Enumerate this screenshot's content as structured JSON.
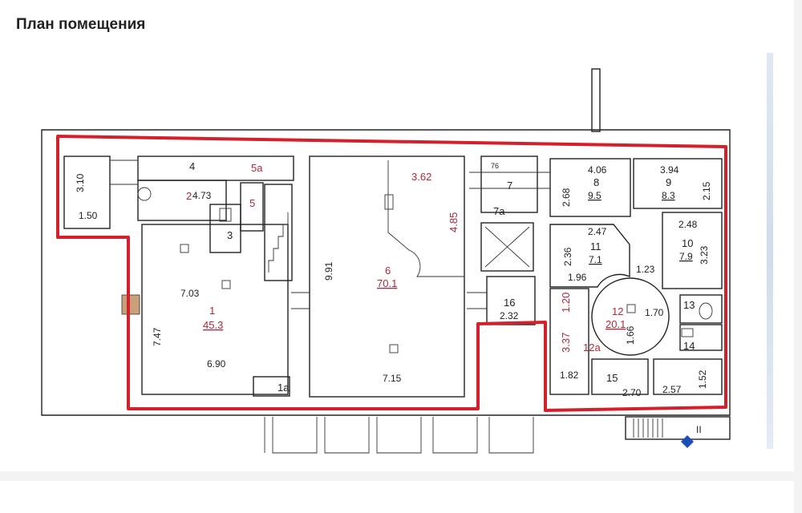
{
  "page": {
    "title": "План помещения"
  },
  "floorplan": {
    "colors": {
      "boundary": "#d4202a",
      "walls": "#222222",
      "room_label": "#b0283a",
      "stair_marker": "#1a4fb5"
    },
    "labels": {
      "l_310": "3.10",
      "l_150": "1.50",
      "l_4": "4",
      "l_5a": "5а",
      "l_2": "2",
      "l_473": "4.73",
      "l_5": "5",
      "l_3": "3",
      "l_703": "7.03",
      "l_1": "1",
      "l_453": "45.3",
      "l_747": "7.47",
      "l_690": "6.90",
      "l_1a": "1а",
      "l_991": "9.91",
      "l_362": "3.62",
      "l_485": "4.85",
      "l_6": "6",
      "l_701": "70.1",
      "l_715": "7.15",
      "l_76": "76",
      "l_7": "7",
      "l_7a": "7а",
      "l_16": "16",
      "l_232": "2.32",
      "l_406": "4.06",
      "l_8": "8",
      "l_95": "9.5",
      "l_268": "2.68",
      "l_394": "3.94",
      "l_9": "9",
      "l_83": "8.3",
      "l_215": "2.15",
      "l_247": "2.47",
      "l_236": "2.36",
      "l_11": "11",
      "l_71": "7.1",
      "l_196": "1.96",
      "l_123": "1.23",
      "l_248": "2.48",
      "l_10": "10",
      "l_79": "7.9",
      "l_323": "3.23",
      "l_120": "1.20",
      "l_12": "12",
      "l_201": "20.1",
      "l_170": "1.70",
      "l_166": "1.66",
      "l_337": "3.37",
      "l_12a": "12а",
      "l_13": "13",
      "l_14": "14",
      "l_182": "1.82",
      "l_15": "15",
      "l_270": "2.70",
      "l_257": "2.57",
      "l_152": "1.52",
      "l_ii": "II"
    }
  }
}
